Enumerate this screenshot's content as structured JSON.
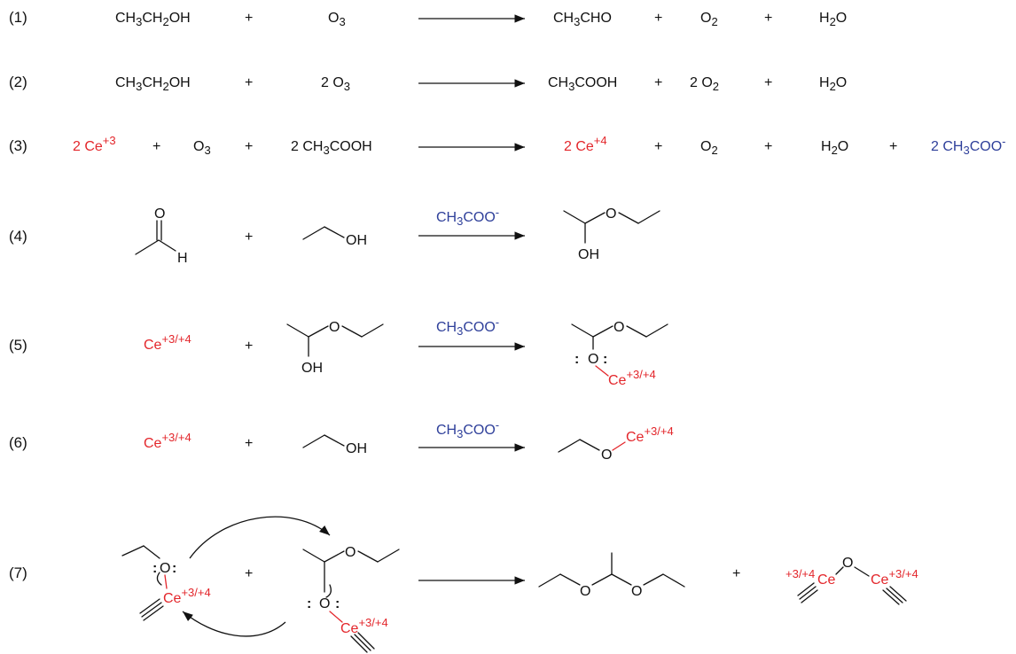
{
  "colors": {
    "black": "#111111",
    "cerium": "#e3262b",
    "acetate": "#2e3f9a"
  },
  "reactions": [
    {
      "label": "(1)",
      "lhs": [
        {
          "parts": [
            "CH",
            "3",
            "CH",
            "2",
            "OH"
          ]
        },
        {
          "parts": [
            "O",
            "3"
          ]
        }
      ],
      "rhs": [
        {
          "parts": [
            "CH",
            "3",
            "CHO"
          ]
        },
        {
          "parts": [
            "O",
            "2"
          ]
        },
        {
          "parts": [
            "H",
            "2",
            "O"
          ]
        }
      ]
    },
    {
      "label": "(2)",
      "lhs": [
        {
          "parts": [
            "CH",
            "3",
            "CH",
            "2",
            "OH"
          ]
        },
        {
          "parts": [
            "2 O",
            "3"
          ]
        }
      ],
      "rhs": [
        {
          "parts": [
            "CH",
            "3",
            "COOH"
          ]
        },
        {
          "parts": [
            "2 O",
            "2"
          ]
        },
        {
          "parts": [
            "H",
            "2",
            "O"
          ]
        }
      ]
    },
    {
      "label": "(3)",
      "lhs": [
        {
          "parts": [
            "2 Ce",
            "+3"
          ],
          "sup": true
        },
        {
          "parts": [
            "O",
            "3"
          ]
        },
        {
          "parts": [
            "2 CH",
            "3",
            "COOH"
          ]
        }
      ],
      "rhs": [
        {
          "parts": [
            "2 Ce",
            "+4"
          ],
          "sup": true
        },
        {
          "parts": [
            "O",
            "2"
          ]
        },
        {
          "parts": [
            "H",
            "2",
            "O"
          ]
        },
        {
          "parts": [
            "2 CH",
            "3",
            "COO",
            "-"
          ]
        }
      ]
    },
    {
      "label": "(4)",
      "arrow_label": [
        "CH",
        "3",
        "COO",
        "-"
      ],
      "atoms": {
        "o_top": "O",
        "h": "H",
        "oh": "OH",
        "p_o": "O",
        "p_oh": "OH"
      }
    },
    {
      "label": "(5)",
      "arrow_label": [
        "CH",
        "3",
        "COO",
        "-"
      ],
      "reactant": [
        "Ce",
        "+3/+4"
      ],
      "atoms": {
        "o": "O",
        "oh": "OH",
        "p_o": "O",
        "p_o2": "O",
        "lp": ":",
        "ce": "Ce",
        "ce_sup": "+3/+4"
      }
    },
    {
      "label": "(6)",
      "arrow_label": [
        "CH",
        "3",
        "COO",
        "-"
      ],
      "reactant": [
        "Ce",
        "+3/+4"
      ],
      "atoms": {
        "oh": "OH",
        "p_o": "O",
        "ce": "Ce",
        "ce_sup": "+3/+4"
      }
    },
    {
      "label": "(7)",
      "atoms": {
        "o": "O",
        "lp": ":",
        "ce": "Ce",
        "ce_sup": "+3/+4",
        "ce_pre": "+3/+4"
      }
    }
  ],
  "plus": "+"
}
